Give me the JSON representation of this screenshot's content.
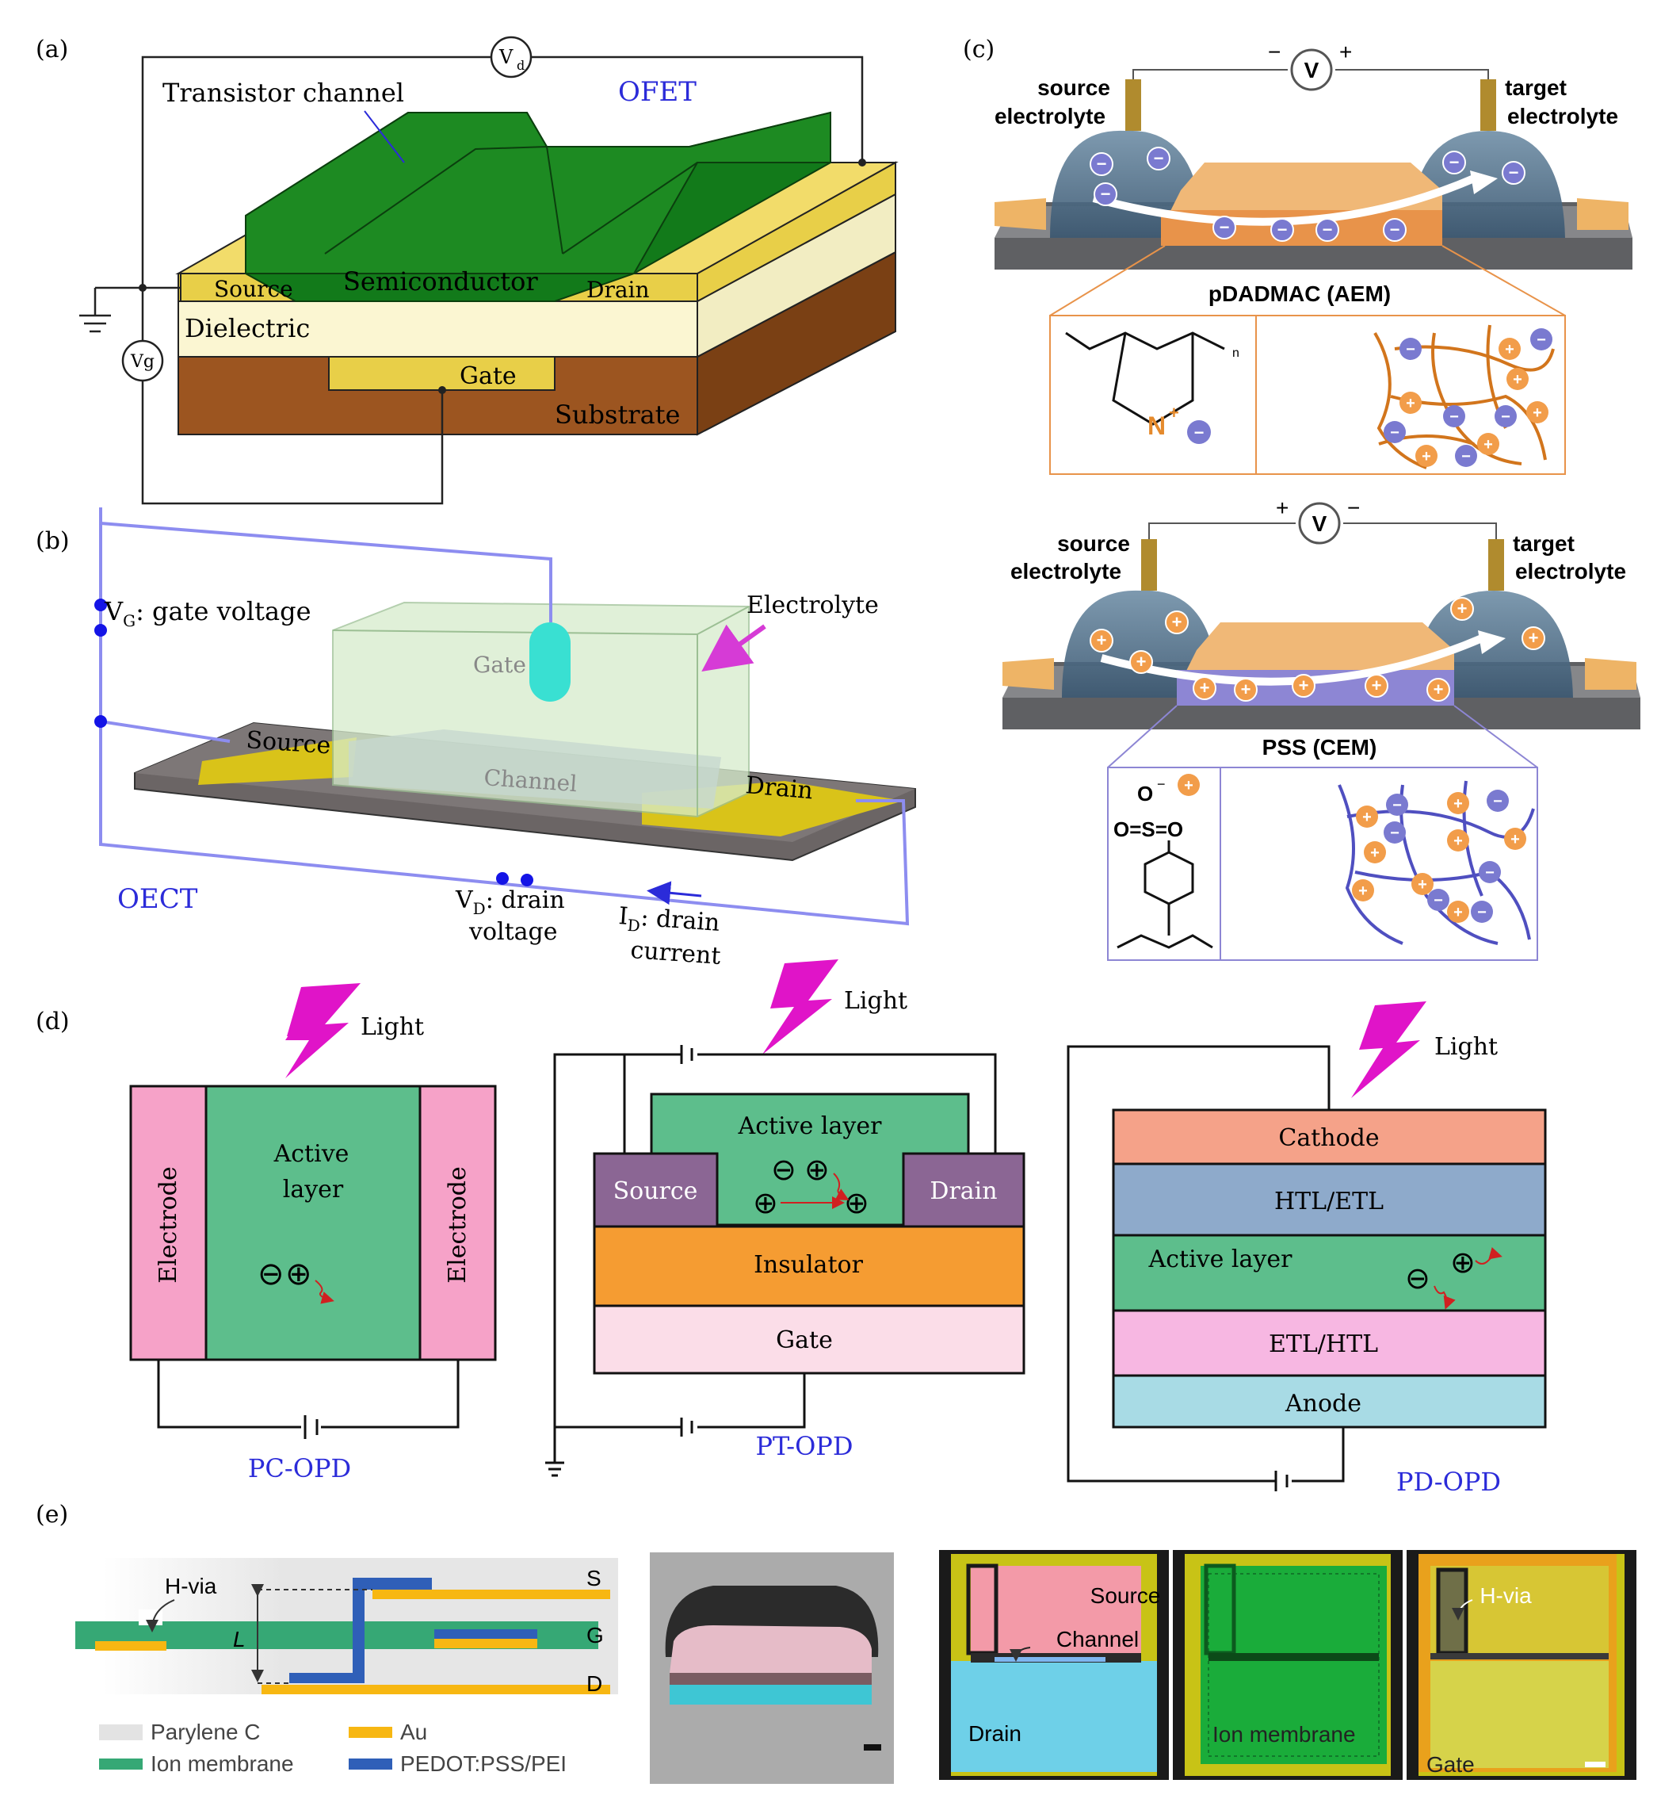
{
  "panels": {
    "a": {
      "label": "(a)",
      "title": "OFET",
      "vd": "V",
      "vd_sub": "d",
      "vg": "Vg",
      "transistor_channel": "Transistor channel",
      "source": "Source",
      "semiconductor": "Semiconductor",
      "drain": "Drain",
      "dielectric": "Dielectric",
      "gate": "Gate",
      "substrate": "Substrate"
    },
    "b": {
      "label": "(b)",
      "title": "OECT",
      "vg_label": "V",
      "vg_sub": "G",
      "vg_text": ": gate voltage",
      "electrolyte": "Electrolyte",
      "gate": "Gate",
      "source": "Source",
      "channel": "Channel",
      "drain": "Drain",
      "vd_label": "V",
      "vd_sub": "D",
      "vd_text1": ": drain",
      "vd_text2": "voltage",
      "id_label": "I",
      "id_sub": "D",
      "id_text1": ": drain",
      "id_text2": "current"
    },
    "c": {
      "label": "(c)",
      "source_electrolyte_1": "source",
      "source_electrolyte_2": "electrolyte",
      "target_electrolyte_1": "target",
      "target_electrolyte_2": "electrolyte",
      "voltmeter": "V",
      "aem_label": "pDADMAC (AEM)",
      "cem_label": "PSS (CEM)",
      "n_plus": "N",
      "subscript_n": "n",
      "sulfonate_top": "O",
      "sulfonate_mid": "O=S=O"
    },
    "d": {
      "label": "(d)",
      "light": "Light",
      "pc": {
        "title": "PC-OPD",
        "electrode_left": "Electrode",
        "electrode_right": "Electrode",
        "active_line1": "Active",
        "active_line2": "layer"
      },
      "pt": {
        "title": "PT-OPD",
        "active": "Active layer",
        "source": "Source",
        "drain": "Drain",
        "insulator": "Insulator",
        "gate": "Gate"
      },
      "pd": {
        "title": "PD-OPD",
        "cathode": "Cathode",
        "htl_etl": "HTL/ETL",
        "active": "Active layer",
        "etl_htl": "ETL/HTL",
        "anode": "Anode"
      }
    },
    "e": {
      "label": "(e)",
      "hvia": "H-via",
      "l": "L",
      "s": "S",
      "g": "G",
      "d": "D",
      "legend": [
        "Parylene C",
        "Au",
        "Ion membrane",
        "PEDOT:PSS/PEI"
      ],
      "micro_source": "Source",
      "micro_channel": "Channel",
      "micro_drain": "Drain",
      "micro_ion": "Ion membrane",
      "micro_hvia": "H-via",
      "micro_gate": "Gate"
    }
  },
  "colors": {
    "ofet_green": "#127a1a",
    "gold": "#e8cf48",
    "substrate": "#9c5520",
    "dielectric": "#fbf6d2",
    "opd_green": "#5dbe8c",
    "electrode_pink": "#f6a2c8",
    "src_purple": "#8b6694",
    "insulator": "#f59c32",
    "gate_pink": "#fbdde8",
    "cathode": "#f5a289",
    "htl": "#8eaacb",
    "etl": "#f7b7e2",
    "anode": "#a8dbe5",
    "light_magenta": "#e014c8",
    "label_blue": "#2b2bd9"
  }
}
